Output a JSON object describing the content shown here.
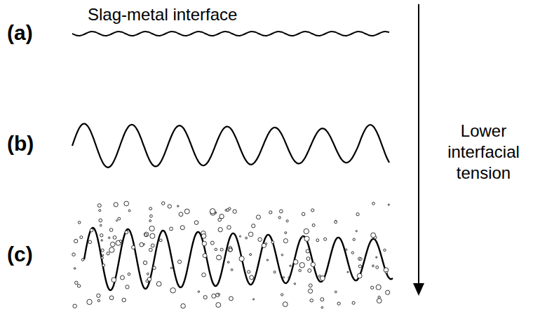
{
  "diagram": {
    "labels": [
      "Slag-metal interface",
      "(a)",
      "(b)",
      "(c)",
      "Lower interfacial tension"
    ]
  }
}
